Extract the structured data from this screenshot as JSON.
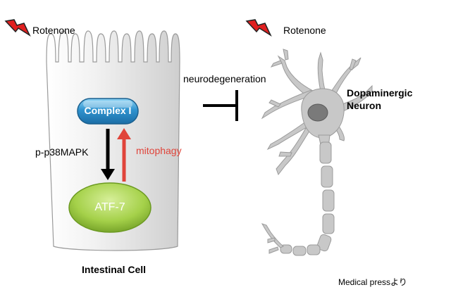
{
  "left_panel": {
    "toxin_label": "Rotenone",
    "complex_label": "Complex I",
    "atf_label": "ATF-7",
    "kinase_label": "p-p38MAPK",
    "mitophagy_label": "mitophagy",
    "cell_label": "Intestinal Cell"
  },
  "center": {
    "inhibition_label": "neurodegeneration"
  },
  "right_panel": {
    "toxin_label": "Rotenone",
    "neuron_label_line1": "Dopaminergic",
    "neuron_label_line2": "Neuron"
  },
  "credit": "Medical pressより",
  "colors": {
    "lightning": "#e02020",
    "complex_blue": "#3a9fd6",
    "atf_green": "#9fcf3e",
    "mitophagy_red": "#e0443a",
    "arrow_black": "#000000",
    "neuron_gray": "#c8c8c8",
    "nucleus_gray": "#7a7a7a"
  }
}
